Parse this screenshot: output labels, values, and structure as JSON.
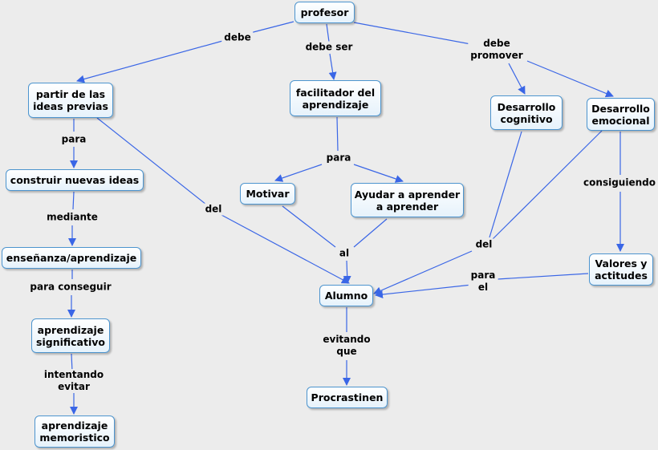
{
  "colors": {
    "line": "#3a66e6",
    "node_border": "#4c94ce",
    "background": "#ececec"
  },
  "nodes": {
    "profesor": "profesor",
    "partir": "partir de las\nideas previas",
    "facilitador": "facilitador del\naprendizaje",
    "cognitivo": "Desarrollo\ncognitivo",
    "emocional": "Desarrollo\nemocional",
    "construir": "construir nuevas ideas",
    "motivar": "Motivar",
    "ayudar": "Ayudar a aprender\na aprender",
    "ensenanza": "enseñanza/aprendizaje",
    "valores": "Valores y\nactitudes",
    "alumno": "Alumno",
    "significativo": "aprendizaje\nsignificativo",
    "procrastinen": "Procrastinen",
    "memoristico": "aprendizaje\nmemoristico"
  },
  "links": {
    "debe": "debe",
    "debe_ser": "debe ser",
    "debe_promover": "debe\npromover",
    "para_1": "para",
    "mediante": "mediante",
    "para_conseguir": "para conseguir",
    "intentando_evitar": "intentando\nevitar",
    "del_1": "del",
    "para_2": "para",
    "al": "al",
    "del_2": "del",
    "consiguiendo": "consiguiendo",
    "para_el": "para\nel",
    "evitando_que": "evitando\nque"
  }
}
